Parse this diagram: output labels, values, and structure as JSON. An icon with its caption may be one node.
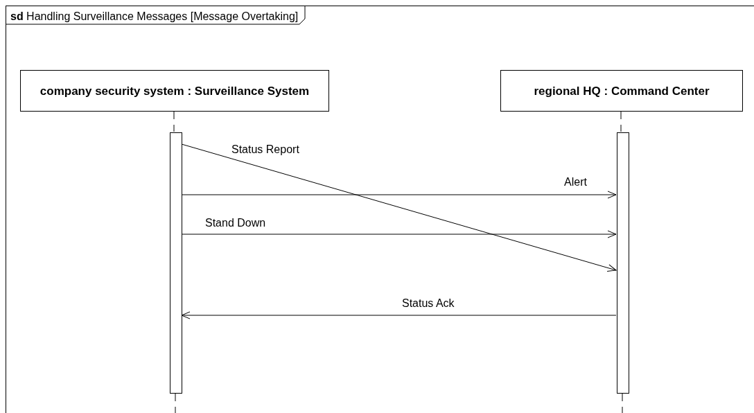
{
  "diagram": {
    "nodes": [
      {
        "text": [
          "**sd** Handling Surveillance Messages [Message Overtaking]"
        ]
      },
      {
        "text": [
          "company security system : Surveillance System"
        ],
        "in": 0
      },
      {
        "text": [
          "regional HQ : Command Center"
        ],
        "in": 0
      },
      {
        "text": [],
        "shape": "bar",
        "in": 0
      },
      {
        "text": [],
        "shape": "bar",
        "in": 0
      }
    ],
    "edges": [
      {
        "from": 1,
        "to": 3,
        "arrow": "none",
        "style": "dashed"
      },
      {
        "from": 2,
        "to": 4,
        "arrow": "none",
        "style": "dashed"
      },
      {
        "from": 3,
        "to": 4,
        "arrow": "to",
        "label": "Status Report"
      },
      {
        "from": 3,
        "to": 4,
        "arrow": "to",
        "label": "Alert"
      },
      {
        "from": 3,
        "to": 4,
        "arrow": "to",
        "label": "Stand Down"
      },
      {
        "from": 4,
        "to": 3,
        "arrow": "to",
        "label": "Status Ack"
      },
      {
        "from": 3,
        "to": null,
        "arrow": "none",
        "style": "dashed"
      },
      {
        "from": 4,
        "to": null,
        "arrow": "none",
        "style": "dashed"
      }
    ]
  }
}
